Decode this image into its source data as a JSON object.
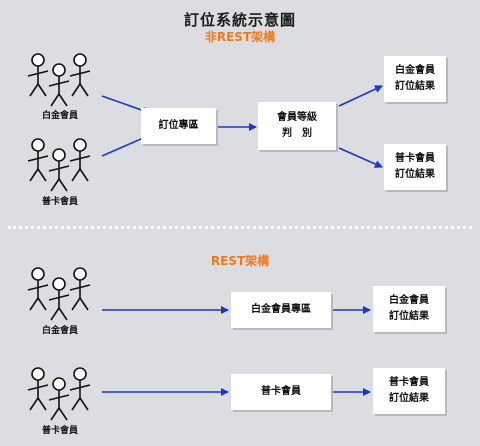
{
  "title": "訂位系統示意圖",
  "section_nonrest": {
    "heading": "非REST架構",
    "groups": [
      {
        "label": "白金會員"
      },
      {
        "label": "普卡會員"
      }
    ],
    "booking_box": "訂位專區",
    "classify_box": {
      "line1": "會員等級",
      "line2": "判　別"
    },
    "results": [
      {
        "line1": "白金會員",
        "line2": "訂位結果"
      },
      {
        "line1": "普卡會員",
        "line2": "訂位結果"
      }
    ]
  },
  "section_rest": {
    "heading": "REST架構",
    "groups": [
      {
        "label": "白金會員",
        "endpoint": "白金會員專區",
        "result1": "白金會員",
        "result2": "訂位結果"
      },
      {
        "label": "普卡會員",
        "endpoint": "普卡會員",
        "result1": "普卡會員",
        "result2": "訂位結果"
      }
    ]
  },
  "colors": {
    "arrow": "#1437d6",
    "heading": "#f07a1e",
    "background": "#dcdde0"
  }
}
